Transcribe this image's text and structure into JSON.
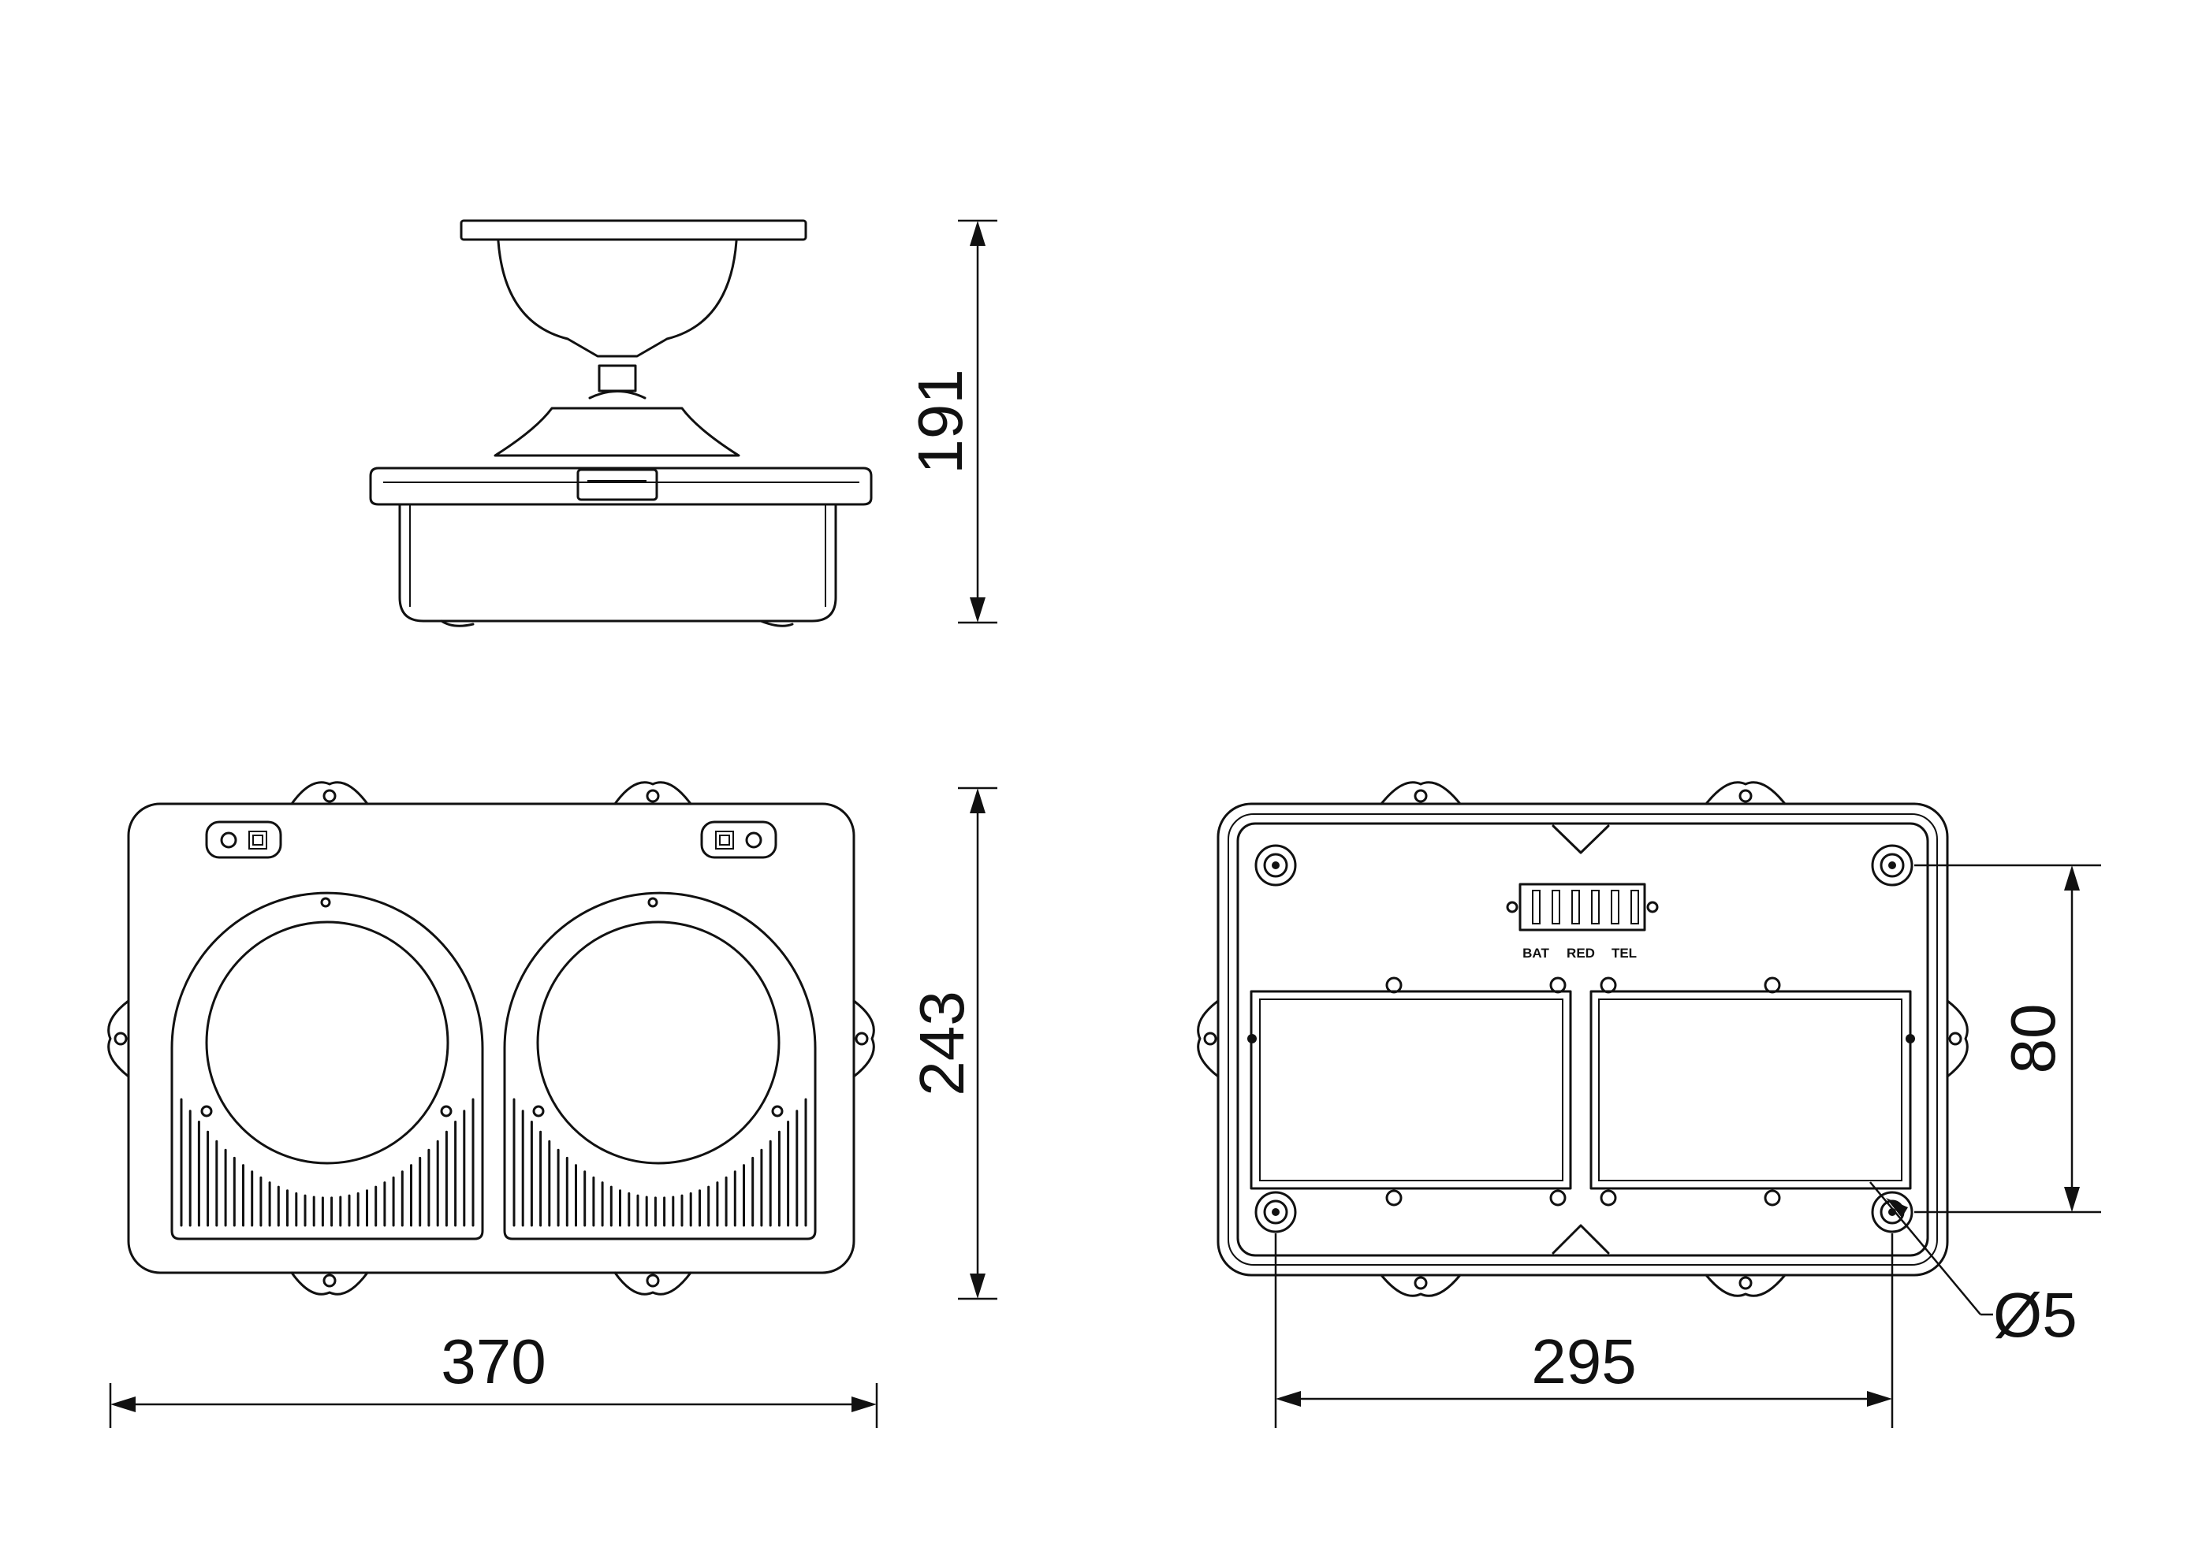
{
  "dimensions": {
    "side_height": "191",
    "front_width": "370",
    "front_height": "243",
    "back_hole_spacing_x": "295",
    "back_hole_spacing_y": "80",
    "hole_diameter": "Ø5"
  },
  "terminal_labels": {
    "bat": "BAT",
    "red": "RED",
    "tel": "TEL"
  }
}
